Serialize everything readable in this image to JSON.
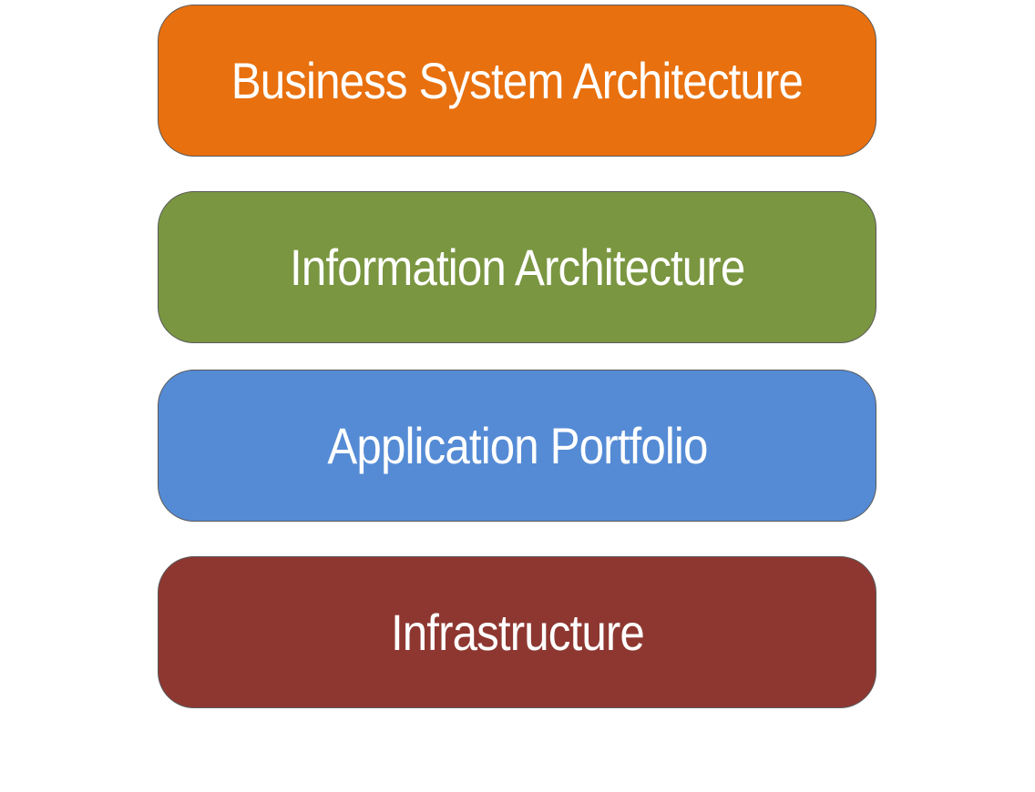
{
  "layers": [
    {
      "label": "Business System Architecture",
      "color": "#E8700E"
    },
    {
      "label": "Information Architecture",
      "color": "#7A9641"
    },
    {
      "label": "Application Portfolio",
      "color": "#558BD5"
    },
    {
      "label": "Infrastructure",
      "color": "#8E3731"
    }
  ]
}
